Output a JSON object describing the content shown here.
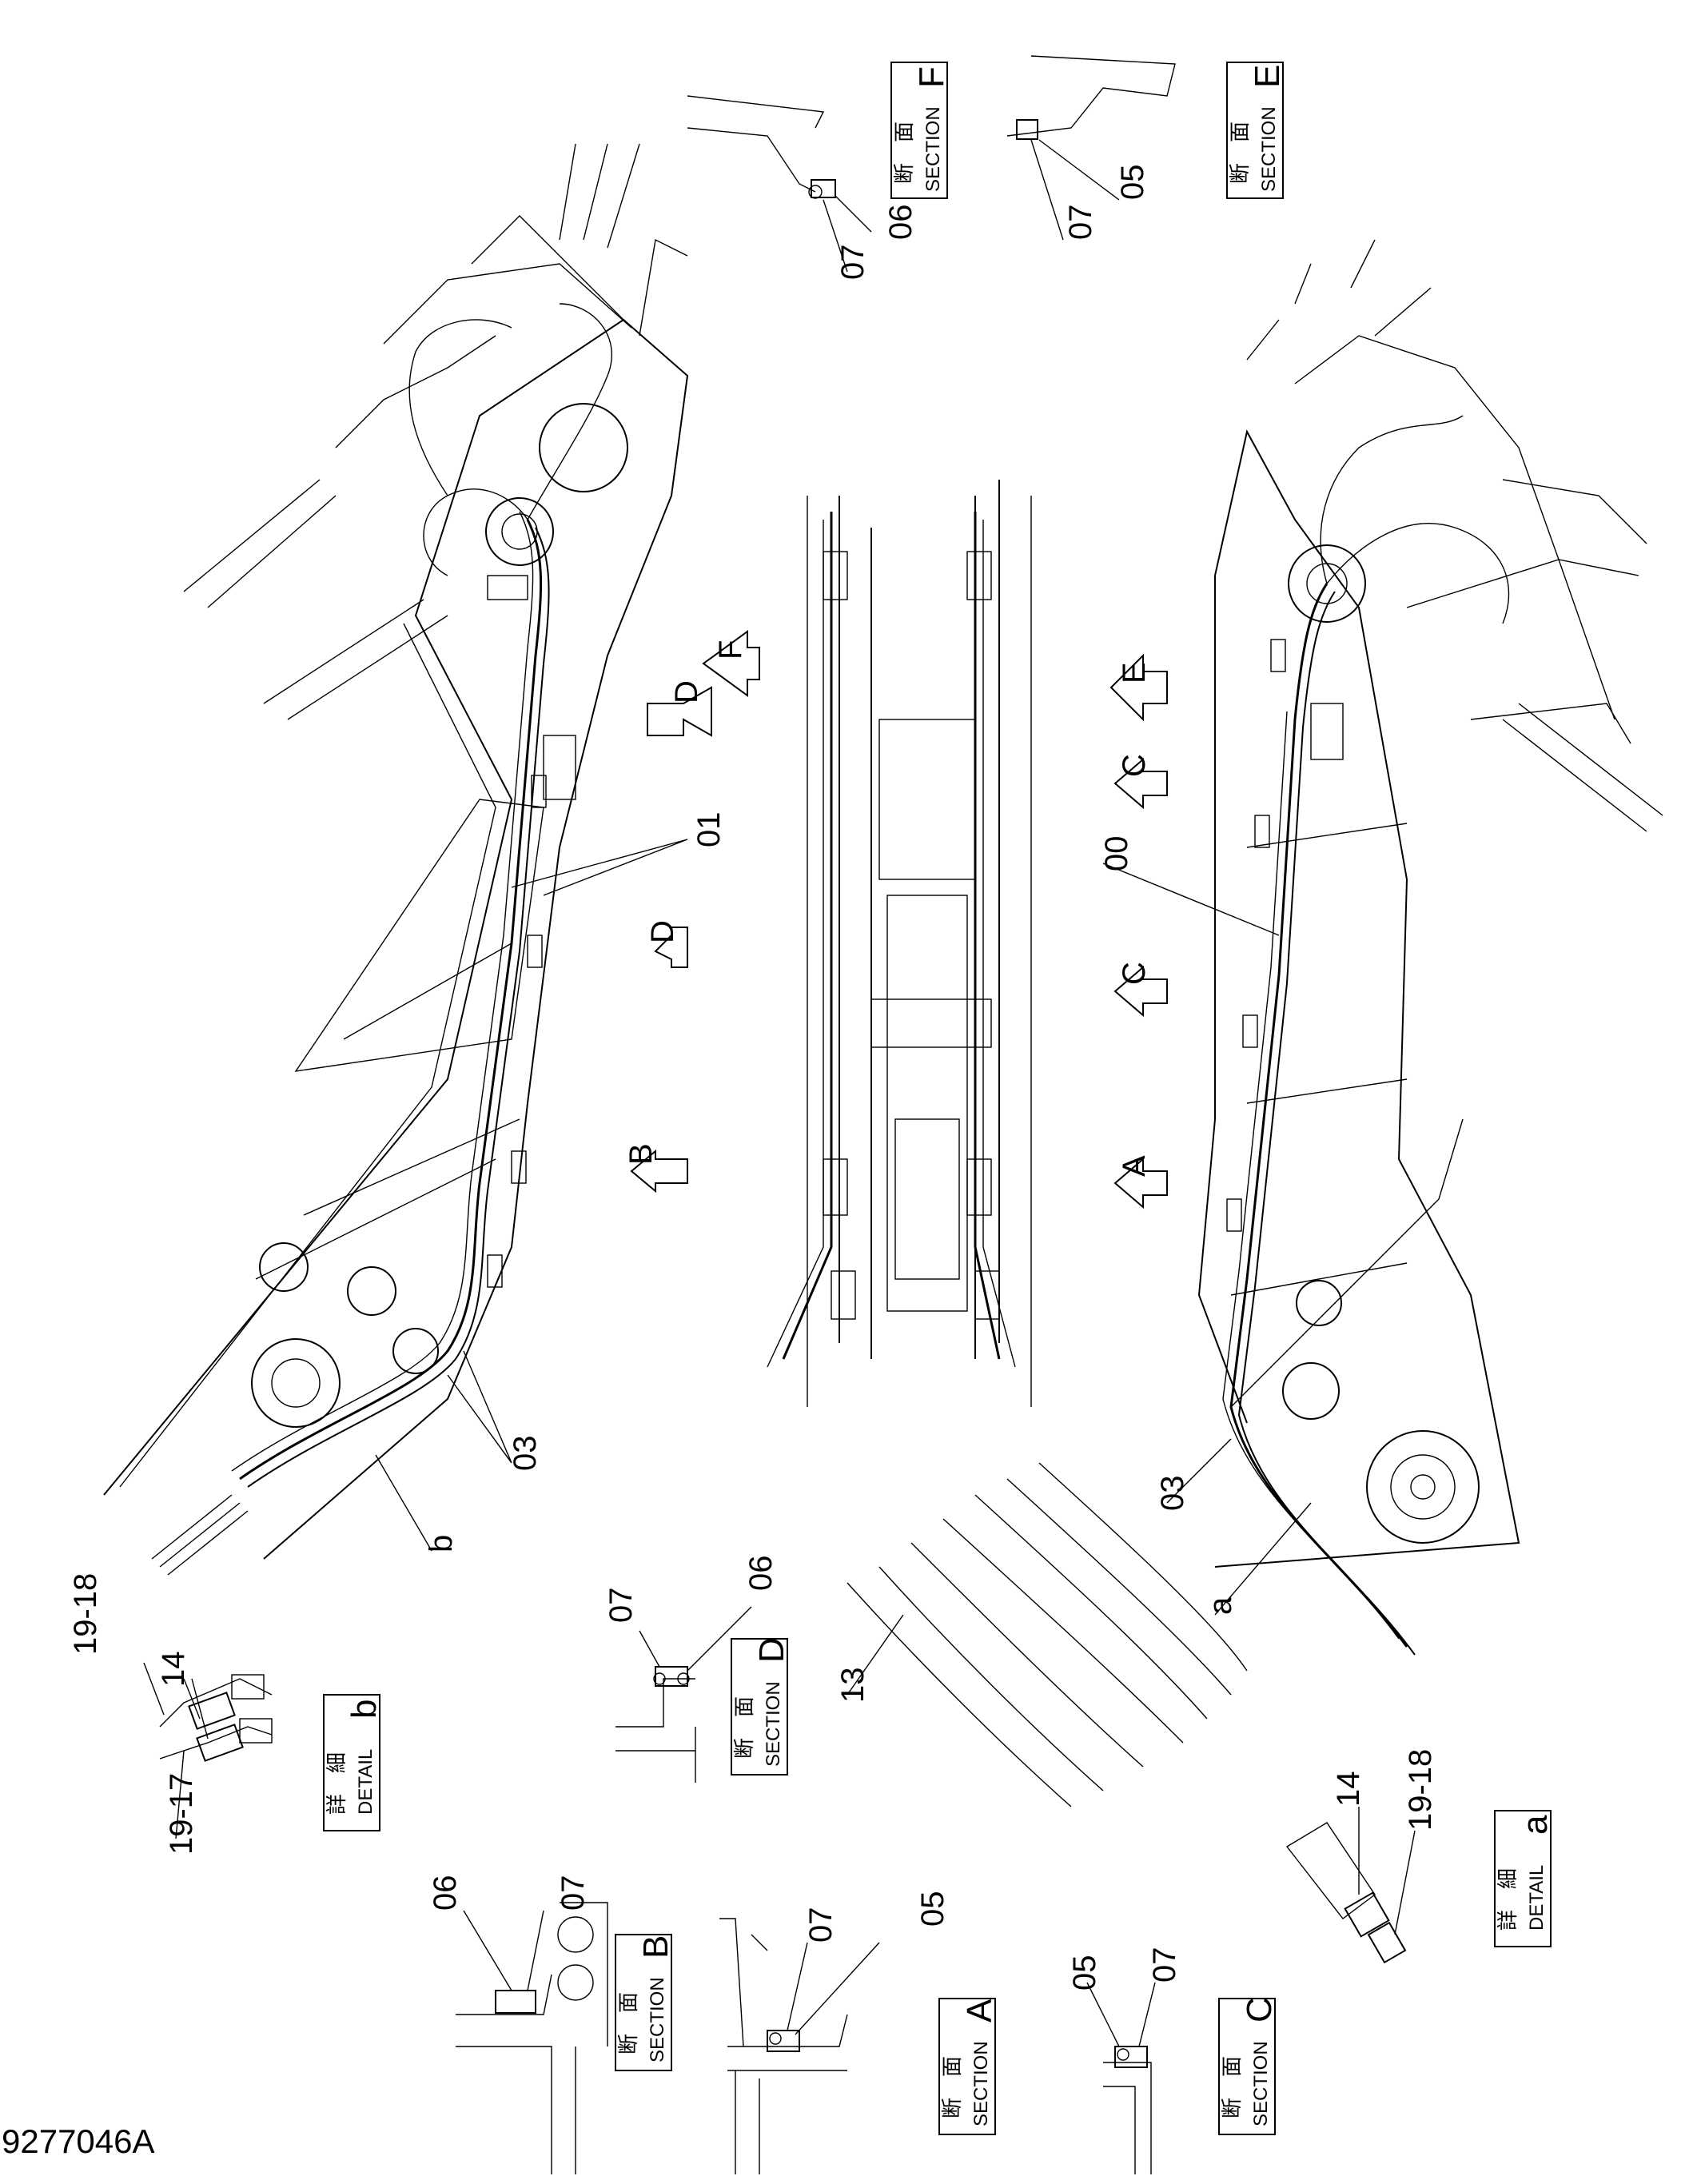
{
  "drawing_code": "9277046A",
  "callouts": {
    "c00": "00",
    "c01": "01",
    "c03a": "03",
    "c03b": "03",
    "c05_e": "05",
    "c07_e": "07",
    "c06_f": "06",
    "c07_f": "07",
    "c07_d": "07",
    "c06_d": "06",
    "c13": "13",
    "c06_b": "06",
    "c07_b": "07",
    "c07_a": "07",
    "c05_a": "05",
    "c05_c": "05",
    "c07_c": "07",
    "c14_a": "14",
    "c19_18_a": "19-18",
    "c19_18_b": "19-18",
    "c14_b": "14",
    "c19_17_b": "19-17",
    "ref_a": "a",
    "ref_b": "b"
  },
  "view_labels": {
    "section_jp": "断　面",
    "section_en": "SECTION",
    "detail_jp": "詳　細",
    "detail_en": "DETAIL",
    "F": "F",
    "E": "E",
    "D": "D",
    "B": "B",
    "A": "A",
    "C": "C",
    "a": "a",
    "b": "b"
  },
  "arrow_letters": {
    "D1": "D",
    "F": "F",
    "E": "E",
    "C1": "C",
    "D2": "D",
    "C2": "C",
    "B": "B",
    "A": "A"
  }
}
